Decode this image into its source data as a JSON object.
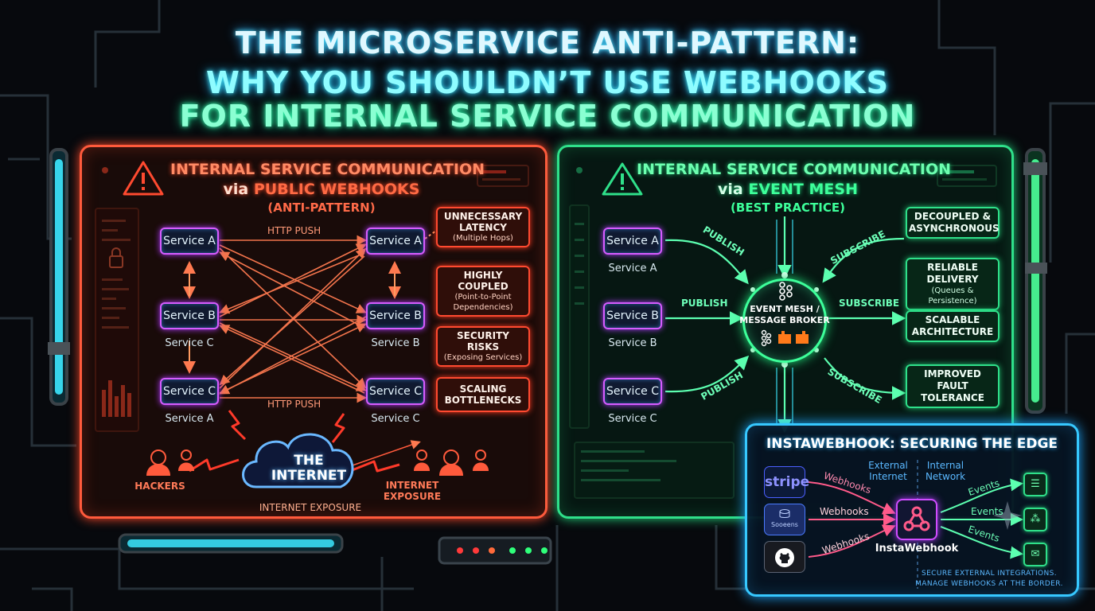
{
  "title": {
    "line1": "THE MICROSERVICE ANTI-PATTERN:",
    "line2": "WHY YOU SHOULDN’T USE WEBHOOKS",
    "line3": "FOR INTERNAL SERVICE COMMUNICATION"
  },
  "left_panel": {
    "heading": "INTERNAL SERVICE COMMUNICATION",
    "heading2_prefix": "via ",
    "heading2_highlight": "PUBLIC WEBHOOKS",
    "tag": "(ANTI-PATTERN)",
    "services": [
      {
        "label": "Service A",
        "sub": ""
      },
      {
        "label": "Service B",
        "sub": "Service C"
      },
      {
        "label": "Service C",
        "sub": "Service A"
      },
      {
        "label": "Service A",
        "sub": ""
      },
      {
        "label": "Service B",
        "sub": "Service B"
      },
      {
        "label": "Service C",
        "sub": "Service C"
      }
    ],
    "http_push_top": "HTTP PUSH",
    "http_push_bottom": "HTTP PUSH",
    "problems": [
      {
        "main": "UNNECESSARY LATENCY",
        "sub": "(Multiple Hops)"
      },
      {
        "main": "HIGHLY COUPLED",
        "sub": "(Point-to-Point Dependencies)"
      },
      {
        "main": "SECURITY RISKS",
        "sub": "(Exposing Services)"
      },
      {
        "main": "SCALING BOTTLENECKS",
        "sub": ""
      }
    ],
    "cloud": "THE INTERNET",
    "hackers": "HACKERS",
    "internet_exposure_right": "INTERNET EXPOSURE",
    "internet_exposure_bottom": "INTERNET EXPOSURE"
  },
  "right_panel": {
    "heading": "INTERNAL SERVICE COMMUNICATION",
    "heading2_prefix": "via ",
    "heading2_highlight": "EVENT MESH",
    "tag": "(BEST PRACTICE)",
    "services": [
      {
        "label": "Service A",
        "sub": "Service A"
      },
      {
        "label": "Service B",
        "sub": "Service B"
      },
      {
        "label": "Service C",
        "sub": "Service C"
      }
    ],
    "publish_labels": [
      "PUBLISH",
      "PUBLISH",
      "PUBLISH"
    ],
    "subscribe_labels": [
      "SUBSCRIBE",
      "SUBSCRIBE",
      "SUBSCRIBE"
    ],
    "mesh_label": "EVENT MESH / MESSAGE BROKER",
    "benefits": [
      {
        "main": "DECOUPLED & ASYNCHRONOUS",
        "sub": ""
      },
      {
        "main": "RELIABLE DELIVERY",
        "sub": "(Queues & Persistence)"
      },
      {
        "main": "SCALABLE ARCHITECTURE",
        "sub": ""
      },
      {
        "main": "IMPROVED FAULT TOLERANCE",
        "sub": ""
      }
    ]
  },
  "insta_panel": {
    "title": "INSTAWEBHOOK: SECURING THE EDGE",
    "external_zone": "External Internet",
    "internal_zone": "Internal Network",
    "sources": [
      {
        "label": "stripe",
        "icon": "stripe-logo"
      },
      {
        "label": "Sooeens",
        "icon": "database-logo"
      },
      {
        "label": "",
        "icon": "github-logo"
      }
    ],
    "webhooks_labels": [
      "Webhooks",
      "Webhooks",
      "Webhooks"
    ],
    "hub_label": "InstaWebhook",
    "events_labels": [
      "Events",
      "Events",
      "Events"
    ],
    "destinations": [
      "server-icon",
      "network-icon",
      "mail-icon"
    ],
    "footer_line1": "SECURE EXTERNAL INTEGRATIONS.",
    "footer_line2": "MANAGE WEBHOOKS AT THE BORDER."
  },
  "colors": {
    "anti_pattern": "#ff5a3c",
    "best_practice": "#2fe08a",
    "edge": "#36c8ff",
    "service_border": "#d65cff"
  }
}
